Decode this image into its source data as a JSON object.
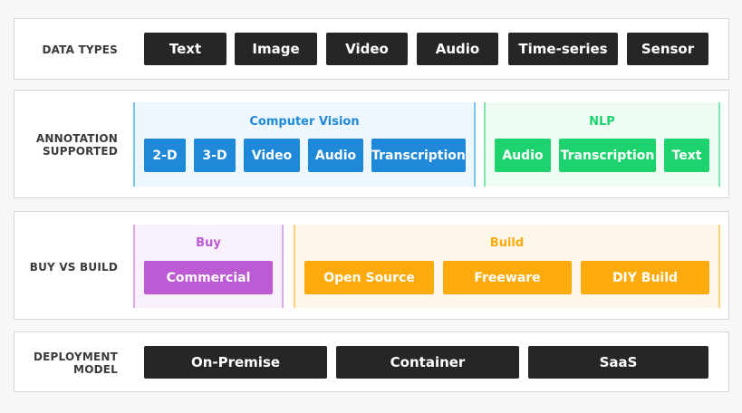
{
  "rows": {
    "data_types": {
      "label": "DATA TYPES",
      "items": [
        "Text",
        "Image",
        "Video",
        "Audio",
        "Time-series",
        "Sensor"
      ]
    },
    "annotation": {
      "label_line1": "ANNOTATION",
      "label_line2": "SUPPORTED",
      "computer_vision": {
        "title": "Computer Vision",
        "items": [
          "2-D",
          "3-D",
          "Video",
          "Audio",
          "Transcription"
        ]
      },
      "nlp": {
        "title": "NLP",
        "items": [
          "Audio",
          "Transcription",
          "Text"
        ]
      }
    },
    "buy_vs_build": {
      "label": "BUY VS BUILD",
      "buy": {
        "title": "Buy",
        "items": [
          "Commercial"
        ]
      },
      "build": {
        "title": "Build",
        "items": [
          "Open Source",
          "Freeware",
          "DIY Build"
        ]
      }
    },
    "deployment": {
      "label_line1": "DEPLOYMENT",
      "label_line2": "MODEL",
      "items": [
        "On-Premise",
        "Container",
        "SaaS"
      ]
    }
  },
  "colors": {
    "dark": "#262626",
    "computer_vision": "#1e88d9",
    "nlp": "#1ed36e",
    "buy": "#bc5bd3",
    "build": "#fdaa0c"
  }
}
